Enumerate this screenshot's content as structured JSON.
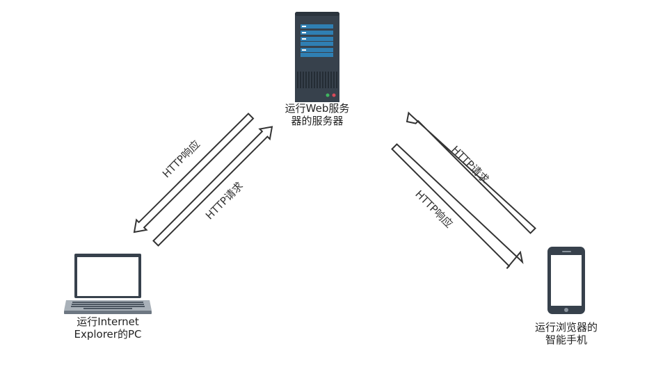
{
  "nodes": {
    "server": {
      "label_line1": "运行Web服务",
      "label_line2": "器的服务器",
      "icon": "server-icon"
    },
    "pc": {
      "label_line1": "运行Internet",
      "label_line2": "Explorer的PC",
      "icon": "laptop-icon"
    },
    "phone": {
      "label_line1": "运行浏览器的",
      "label_line2": "智能手机",
      "icon": "smartphone-icon"
    }
  },
  "edges": {
    "pc_response": {
      "label": "HTTP响应"
    },
    "pc_request": {
      "label": "HTTP请求"
    },
    "phone_request": {
      "label": "HTTP请求"
    },
    "phone_response": {
      "label": "HTTP响应"
    }
  },
  "colors": {
    "device": "#3a4450",
    "screen_blue": "#2f7fb3",
    "arrow_stroke": "#333333",
    "led_green": "#3fb55f",
    "led_red": "#d84a5a"
  }
}
